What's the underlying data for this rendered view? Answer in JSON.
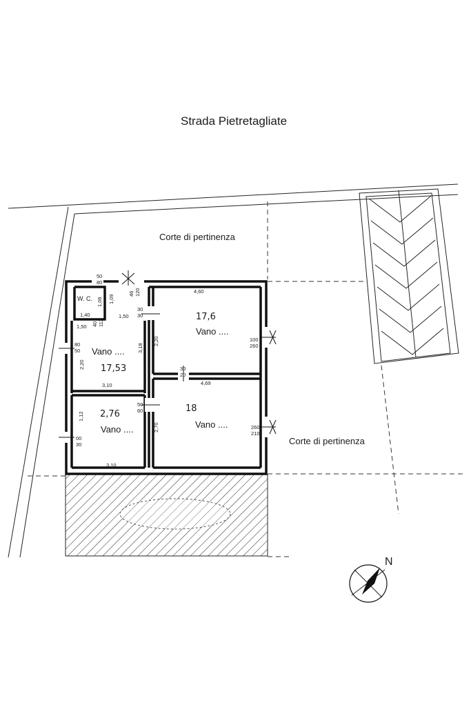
{
  "street_label": "Strada Pietretagliate",
  "courtyard_labels": {
    "top": "Corte di pertinenza",
    "right": "Corte di pertinenza"
  },
  "north_label": "N",
  "rooms": [
    {
      "name": "W. C.",
      "area": ""
    },
    {
      "name": "Vano ....",
      "area": "17,6"
    },
    {
      "name": "Vano ....",
      "area": "17,53"
    },
    {
      "name": "Vano ....",
      "area": "18"
    },
    {
      "name": "Vano ....",
      "area": "2,76"
    }
  ],
  "dimensions": {
    "wc_door": "50\n80",
    "wc_width": "1,40",
    "wc_height": "1,06",
    "wc_side": "1,09",
    "entry_door": "46\n120",
    "corridor_width": "1,50",
    "corridor_door": "30\n30",
    "corridor_inner": "1,50",
    "small_door": "40\n112",
    "room_a_width": "4,60",
    "room_a_window": "100\n260",
    "room_a_height": "2,20",
    "room_b_door": "80\n50",
    "room_b_height": "2,20",
    "room_b_side": "3,18",
    "room_b_width": "3,10",
    "room_c_door": "30\n20",
    "room_c_width": "4,69",
    "room_c_window": "260\n210",
    "room_c_height": "2,70",
    "room_d_door": "50\n60",
    "room_d_window": "00\n30",
    "room_d_height": "1,12",
    "room_d_width": "3,10"
  },
  "colors": {
    "line": "#111111",
    "background": "#ffffff"
  }
}
